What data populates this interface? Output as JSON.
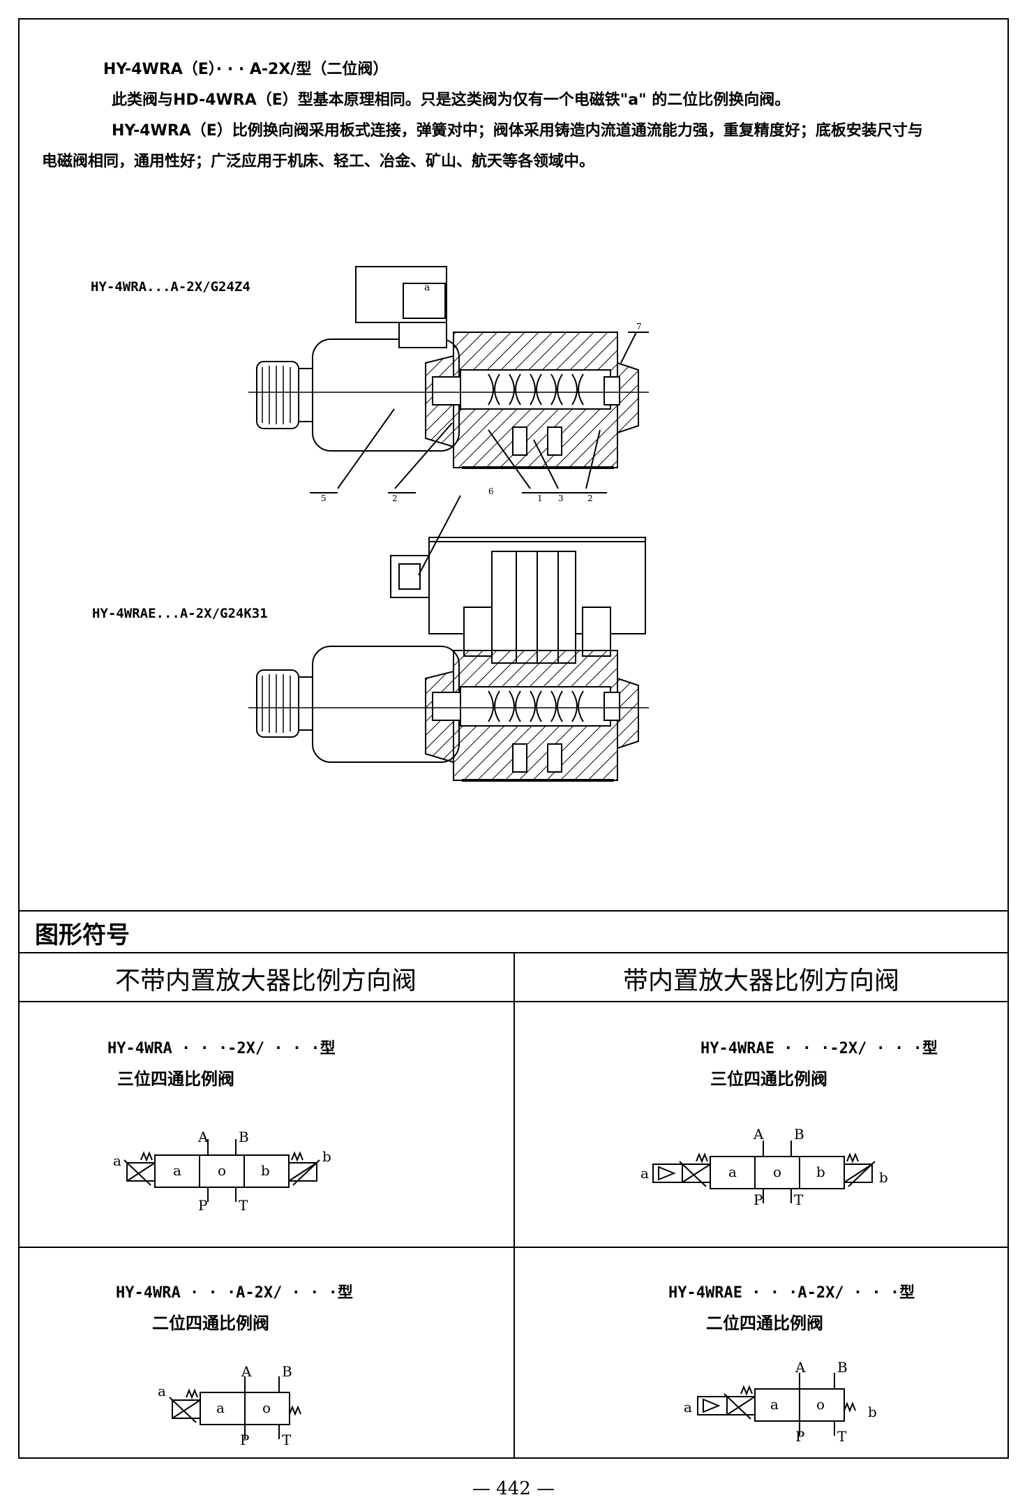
{
  "intro": {
    "title": "HY-4WRA（E）·  · · A-2X/型（二位阀）",
    "line1": "此类阀与HD-4WRA（E）型基本原理相同。只是这类阀为仅有一个电磁铁\"a\" 的二位比例换向阀。",
    "line2": "HY-4WRA（E）比例换向阀采用板式连接，弹簧对中；阀体采用铸造内流道通流能力强，重复精度好；底板安装尺寸与",
    "line3": "电磁阀相同，通用性好；广泛应用于机床、轻工、冶金、矿山、航天等各领域中。"
  },
  "drawing": {
    "label_top": "HY-4WRA...A-2X/G24Z4",
    "label_bottom": "HY-4WRAE...A-2X/G24K31",
    "callouts": [
      "5",
      "2",
      "1",
      "3",
      "2",
      "7",
      "6"
    ],
    "coil_letter": "a"
  },
  "symbols": {
    "section_title": "图形符号",
    "col_left": "不带内置放大器比例方向阀",
    "col_right": "带内置放大器比例方向阀",
    "cells": [
      {
        "model": "HY-4WRA · · ·-2X/ · · ·型",
        "desc": "三位四通比例阀"
      },
      {
        "model": "HY-4WRAE · · ·-2X/ · · ·型",
        "desc": "三位四通比例阀"
      },
      {
        "model": "HY-4WRA · · ·A-2X/ · · ·型",
        "desc": "二位四通比例阀"
      },
      {
        "model": "HY-4WRAE · · ·A-2X/ · · ·型",
        "desc": "二位四通比例阀"
      }
    ],
    "ports": {
      "a": "a",
      "b": "b",
      "o": "o",
      "A": "A",
      "B": "B",
      "P": "P",
      "T": "T"
    }
  },
  "page_number": "—   442   —"
}
